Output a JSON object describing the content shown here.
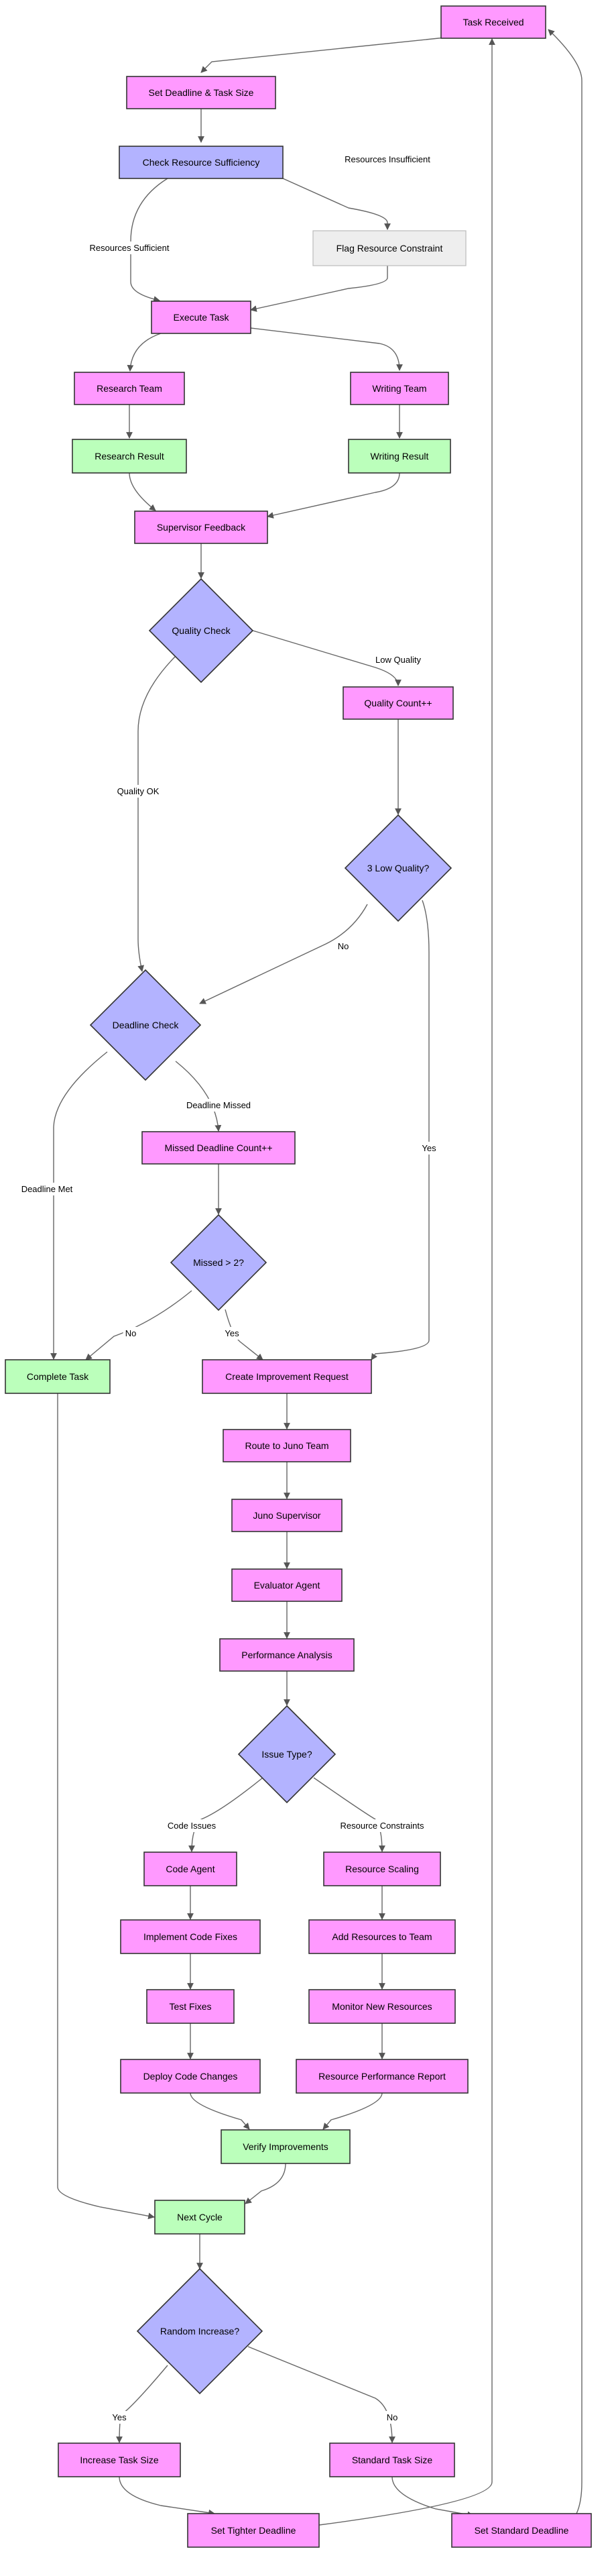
{
  "colors": {
    "process": "#ff99ff",
    "process_border": "#333333",
    "decision": "#b3b3ff",
    "decision_border": "#333333",
    "success": "#bbffbb",
    "success_border": "#333333",
    "neutral": "#eeeeee",
    "neutral_border": "#bbbbbb",
    "edge": "#666666",
    "label_bg": "#ffffff",
    "text": "#000000"
  },
  "nodes": [
    {
      "id": "task-received",
      "label": "Task Received",
      "shape": "rect",
      "style": "process"
    },
    {
      "id": "set-deadline",
      "label": "Set Deadline & Task Size",
      "shape": "rect",
      "style": "process"
    },
    {
      "id": "check-resource",
      "label": "Check Resource Sufficiency",
      "shape": "rect",
      "style": "decision"
    },
    {
      "id": "flag-resource",
      "label": "Flag Resource Constraint",
      "shape": "rect",
      "style": "neutral"
    },
    {
      "id": "execute-task",
      "label": "Execute Task",
      "shape": "rect",
      "style": "process"
    },
    {
      "id": "research-team",
      "label": "Research Team",
      "shape": "rect",
      "style": "process"
    },
    {
      "id": "writing-team",
      "label": "Writing Team",
      "shape": "rect",
      "style": "process"
    },
    {
      "id": "research-result",
      "label": "Research Result",
      "shape": "rect",
      "style": "success"
    },
    {
      "id": "writing-result",
      "label": "Writing Result",
      "shape": "rect",
      "style": "success"
    },
    {
      "id": "supervisor-feedback",
      "label": "Supervisor Feedback",
      "shape": "rect",
      "style": "process"
    },
    {
      "id": "quality-check",
      "label": "Quality Check",
      "shape": "diamond",
      "style": "decision"
    },
    {
      "id": "quality-count",
      "label": "Quality Count++",
      "shape": "rect",
      "style": "process"
    },
    {
      "id": "low-quality-3",
      "label": "3 Low Quality?",
      "shape": "diamond",
      "style": "decision"
    },
    {
      "id": "deadline-check",
      "label": "Deadline Check",
      "shape": "diamond",
      "style": "decision"
    },
    {
      "id": "missed-deadline-count",
      "label": "Missed Deadline Count++",
      "shape": "rect",
      "style": "process"
    },
    {
      "id": "missed-gt-2",
      "label": "Missed > 2?",
      "shape": "diamond",
      "style": "decision"
    },
    {
      "id": "complete-task",
      "label": "Complete Task",
      "shape": "rect",
      "style": "success"
    },
    {
      "id": "create-improvement",
      "label": "Create Improvement Request",
      "shape": "rect",
      "style": "process"
    },
    {
      "id": "route-juno",
      "label": "Route to Juno Team",
      "shape": "rect",
      "style": "process"
    },
    {
      "id": "juno-supervisor",
      "label": "Juno Supervisor",
      "shape": "rect",
      "style": "process"
    },
    {
      "id": "evaluator-agent",
      "label": "Evaluator Agent",
      "shape": "rect",
      "style": "process"
    },
    {
      "id": "performance-analysis",
      "label": "Performance Analysis",
      "shape": "rect",
      "style": "process"
    },
    {
      "id": "issue-type",
      "label": "Issue Type?",
      "shape": "diamond",
      "style": "decision"
    },
    {
      "id": "code-agent",
      "label": "Code Agent",
      "shape": "rect",
      "style": "process"
    },
    {
      "id": "resource-scaling",
      "label": "Resource Scaling",
      "shape": "rect",
      "style": "process"
    },
    {
      "id": "implement-code-fixes",
      "label": "Implement Code Fixes",
      "shape": "rect",
      "style": "process"
    },
    {
      "id": "add-resources",
      "label": "Add Resources to Team",
      "shape": "rect",
      "style": "process"
    },
    {
      "id": "test-fixes",
      "label": "Test Fixes",
      "shape": "rect",
      "style": "process"
    },
    {
      "id": "monitor-resources",
      "label": "Monitor New Resources",
      "shape": "rect",
      "style": "process"
    },
    {
      "id": "deploy-code",
      "label": "Deploy Code Changes",
      "shape": "rect",
      "style": "process"
    },
    {
      "id": "resource-report",
      "label": "Resource Performance Report",
      "shape": "rect",
      "style": "process"
    },
    {
      "id": "verify-improvements",
      "label": "Verify Improvements",
      "shape": "rect",
      "style": "success"
    },
    {
      "id": "next-cycle",
      "label": "Next Cycle",
      "shape": "rect",
      "style": "success"
    },
    {
      "id": "random-increase",
      "label": "Random Increase?",
      "shape": "diamond",
      "style": "decision"
    },
    {
      "id": "increase-task-size",
      "label": "Increase Task Size",
      "shape": "rect",
      "style": "process"
    },
    {
      "id": "standard-task-size",
      "label": "Standard Task Size",
      "shape": "rect",
      "style": "process"
    },
    {
      "id": "set-tighter-deadline",
      "label": "Set Tighter Deadline",
      "shape": "rect",
      "style": "process"
    },
    {
      "id": "set-standard-deadline",
      "label": "Set Standard Deadline",
      "shape": "rect",
      "style": "process"
    }
  ],
  "edges": [
    {
      "id": "e1",
      "from": "task-received",
      "to": "set-deadline",
      "label": ""
    },
    {
      "id": "e2",
      "from": "set-deadline",
      "to": "check-resource",
      "label": ""
    },
    {
      "id": "e3",
      "from": "check-resource",
      "to": "execute-task",
      "label": "Resources Sufficient"
    },
    {
      "id": "e4",
      "from": "check-resource",
      "to": "flag-resource",
      "label": "Resources Insufficient"
    },
    {
      "id": "e5",
      "from": "flag-resource",
      "to": "execute-task",
      "label": ""
    },
    {
      "id": "e6",
      "from": "execute-task",
      "to": "research-team",
      "label": ""
    },
    {
      "id": "e7",
      "from": "execute-task",
      "to": "writing-team",
      "label": ""
    },
    {
      "id": "e8",
      "from": "research-team",
      "to": "research-result",
      "label": ""
    },
    {
      "id": "e9",
      "from": "writing-team",
      "to": "writing-result",
      "label": ""
    },
    {
      "id": "e10",
      "from": "research-result",
      "to": "supervisor-feedback",
      "label": ""
    },
    {
      "id": "e11",
      "from": "writing-result",
      "to": "supervisor-feedback",
      "label": ""
    },
    {
      "id": "e12",
      "from": "supervisor-feedback",
      "to": "quality-check",
      "label": ""
    },
    {
      "id": "e13",
      "from": "quality-check",
      "to": "quality-count",
      "label": "Low Quality"
    },
    {
      "id": "e14",
      "from": "quality-check",
      "to": "deadline-check",
      "label": "Quality OK"
    },
    {
      "id": "e15",
      "from": "quality-count",
      "to": "low-quality-3",
      "label": ""
    },
    {
      "id": "e16",
      "from": "low-quality-3",
      "to": "deadline-check",
      "label": "No"
    },
    {
      "id": "e17",
      "from": "low-quality-3",
      "to": "create-improvement",
      "label": "Yes"
    },
    {
      "id": "e18",
      "from": "deadline-check",
      "to": "missed-deadline-count",
      "label": "Deadline Missed"
    },
    {
      "id": "e19",
      "from": "deadline-check",
      "to": "complete-task",
      "label": "Deadline Met"
    },
    {
      "id": "e20",
      "from": "missed-deadline-count",
      "to": "missed-gt-2",
      "label": ""
    },
    {
      "id": "e21",
      "from": "missed-gt-2",
      "to": "complete-task",
      "label": "No"
    },
    {
      "id": "e22",
      "from": "missed-gt-2",
      "to": "create-improvement",
      "label": "Yes"
    },
    {
      "id": "e23",
      "from": "create-improvement",
      "to": "route-juno",
      "label": ""
    },
    {
      "id": "e24",
      "from": "route-juno",
      "to": "juno-supervisor",
      "label": ""
    },
    {
      "id": "e25",
      "from": "juno-supervisor",
      "to": "evaluator-agent",
      "label": ""
    },
    {
      "id": "e26",
      "from": "evaluator-agent",
      "to": "performance-analysis",
      "label": ""
    },
    {
      "id": "e27",
      "from": "performance-analysis",
      "to": "issue-type",
      "label": ""
    },
    {
      "id": "e28",
      "from": "issue-type",
      "to": "code-agent",
      "label": "Code Issues"
    },
    {
      "id": "e29",
      "from": "issue-type",
      "to": "resource-scaling",
      "label": "Resource Constraints"
    },
    {
      "id": "e30",
      "from": "code-agent",
      "to": "implement-code-fixes",
      "label": ""
    },
    {
      "id": "e31",
      "from": "implement-code-fixes",
      "to": "test-fixes",
      "label": ""
    },
    {
      "id": "e32",
      "from": "test-fixes",
      "to": "deploy-code",
      "label": ""
    },
    {
      "id": "e33",
      "from": "resource-scaling",
      "to": "add-resources",
      "label": ""
    },
    {
      "id": "e34",
      "from": "add-resources",
      "to": "monitor-resources",
      "label": ""
    },
    {
      "id": "e35",
      "from": "monitor-resources",
      "to": "resource-report",
      "label": ""
    },
    {
      "id": "e36",
      "from": "deploy-code",
      "to": "verify-improvements",
      "label": ""
    },
    {
      "id": "e37",
      "from": "resource-report",
      "to": "verify-improvements",
      "label": ""
    },
    {
      "id": "e38",
      "from": "verify-improvements",
      "to": "next-cycle",
      "label": ""
    },
    {
      "id": "e39",
      "from": "complete-task",
      "to": "next-cycle",
      "label": ""
    },
    {
      "id": "e40",
      "from": "next-cycle",
      "to": "random-increase",
      "label": ""
    },
    {
      "id": "e41",
      "from": "random-increase",
      "to": "increase-task-size",
      "label": "Yes"
    },
    {
      "id": "e42",
      "from": "random-increase",
      "to": "standard-task-size",
      "label": "No"
    },
    {
      "id": "e43",
      "from": "increase-task-size",
      "to": "set-tighter-deadline",
      "label": ""
    },
    {
      "id": "e44",
      "from": "standard-task-size",
      "to": "set-standard-deadline",
      "label": ""
    },
    {
      "id": "e45",
      "from": "set-tighter-deadline",
      "to": "task-received",
      "label": ""
    },
    {
      "id": "e46",
      "from": "set-standard-deadline",
      "to": "task-received",
      "label": ""
    }
  ]
}
